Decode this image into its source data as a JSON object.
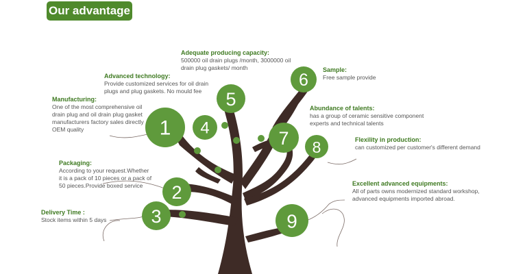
{
  "title": "Our advantage",
  "colors": {
    "accent": "#4f8a2c",
    "heading": "#3f7a22",
    "trunk": "#3e2b26",
    "text": "#555555"
  },
  "items": [
    {
      "num": "1",
      "heading": "Manufacturing:",
      "body": "One of the most comprehensive oil\ndrain plug and oil drain plug gasket\nmanufacturers factory sales directly\nOEM quality"
    },
    {
      "num": "2",
      "heading": "Packaging:",
      "body": "According to your request.Whether\nit is a pack of 10 pieces or a pack of\n50 pieces.Provide boxed service"
    },
    {
      "num": "3",
      "heading": "Delivery Time :",
      "body": "Stock items within 5 days"
    },
    {
      "num": "4",
      "heading": "Advanced technology:",
      "body": "Provide customized services for oil drain\nplugs and plug gaskets. No mould fee"
    },
    {
      "num": "5",
      "heading": "Adequate producing capacity:",
      "body": "500000 oil drain plugs /month, 3000000 oil\ndrain plug gaskets/ month"
    },
    {
      "num": "6",
      "heading": "Sample:",
      "body": "Free sample provide"
    },
    {
      "num": "7",
      "heading": "Abundance of talents:",
      "body": "has a group of ceramic sensitive component\nexperts and technical talents"
    },
    {
      "num": "8",
      "heading": "Flexility in production:",
      "body": "can customized per customer's different demand"
    },
    {
      "num": "9",
      "heading": "Excellent advanced equipments:",
      "body": "All of parts owns modernized standard workshop,\nadvanced equipments imported abroad."
    }
  ]
}
